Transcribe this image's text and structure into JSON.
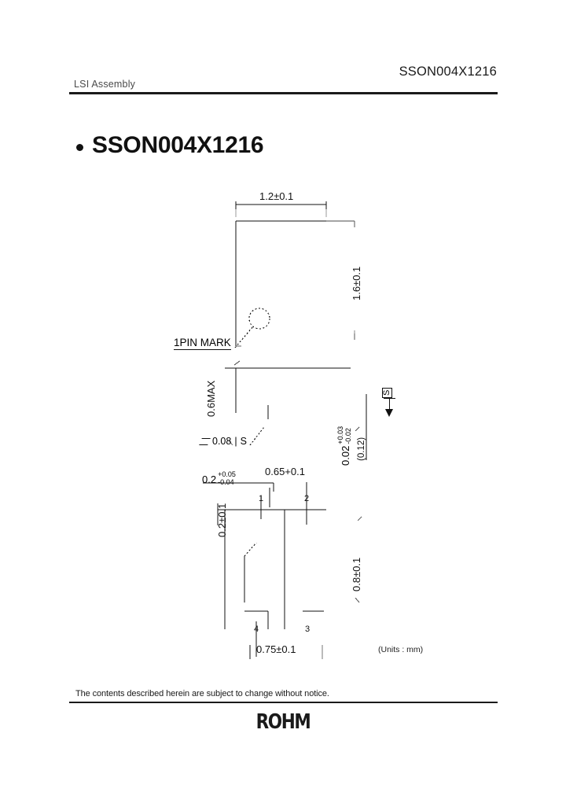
{
  "header": {
    "part_number": "SSON004X1216",
    "category": "LSI Assembly"
  },
  "title": {
    "bullet_icon": "bullet-dot",
    "text": "SSON004X1216"
  },
  "drawing": {
    "units_note": "(Units : mm)",
    "pin_mark_label": "1PIN MARK",
    "datum_label": "S",
    "feature_control": {
      "symbol_name": "flatness-parallelism-symbol",
      "tolerance": "0.08",
      "separator": "|",
      "datum": "S"
    },
    "dimensions": {
      "top_width": "1.2±0.1",
      "top_height": "1.6±0.1",
      "side_thickness": "0.6MAX",
      "standoff_base": "0.02",
      "standoff_plus": "+0.03",
      "standoff_minus": "-0.02",
      "reference": "(0.12)",
      "pad_width_base": "0.2",
      "pad_width_plus": "+0.05",
      "pad_width_minus": "-0.04",
      "pad_pitch": "0.65+0.1",
      "pad_offset": "0.2±0.1",
      "bottom_height": "0.8±0.1",
      "bottom_width": "0.75±0.1"
    },
    "pins": [
      {
        "number": "1"
      },
      {
        "number": "2"
      },
      {
        "number": "3"
      },
      {
        "number": "4"
      }
    ]
  },
  "footer": {
    "disclaimer": "The contents described herein are subject to change without notice.",
    "logo_text": "ROHM"
  },
  "colors": {
    "ink": "#111111",
    "rule": "#1a1a1a",
    "paper": "#ffffff"
  }
}
